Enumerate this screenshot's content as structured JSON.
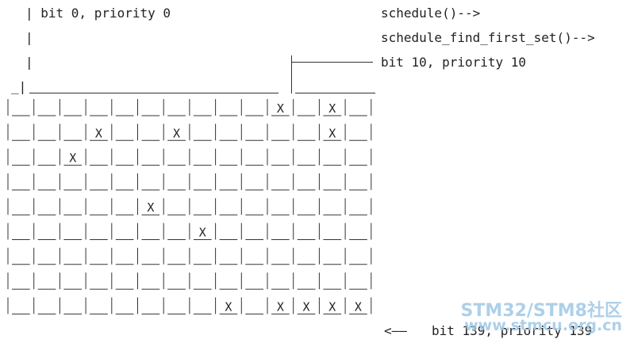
{
  "labels": {
    "top": "| bit 0, priority 0",
    "schedule": "schedule()-->",
    "find_first_set": "schedule_find_first_set()-->",
    "bit10": "bit 10, priority 10",
    "bit139": "bit 139, priority 139",
    "bit139_arrow": "<——"
  },
  "grid": {
    "columns": 14,
    "rows": 9,
    "mark": "X",
    "marks": [
      [
        0,
        10
      ],
      [
        0,
        12
      ],
      [
        1,
        3
      ],
      [
        1,
        6
      ],
      [
        1,
        12
      ],
      [
        2,
        2
      ],
      [
        4,
        5
      ],
      [
        5,
        7
      ],
      [
        8,
        8
      ],
      [
        8,
        10
      ],
      [
        8,
        11
      ],
      [
        8,
        12
      ],
      [
        8,
        13
      ]
    ]
  },
  "watermark": {
    "line1": "STM32/STM8社区",
    "line2": "www.stmcu.org.cn"
  }
}
